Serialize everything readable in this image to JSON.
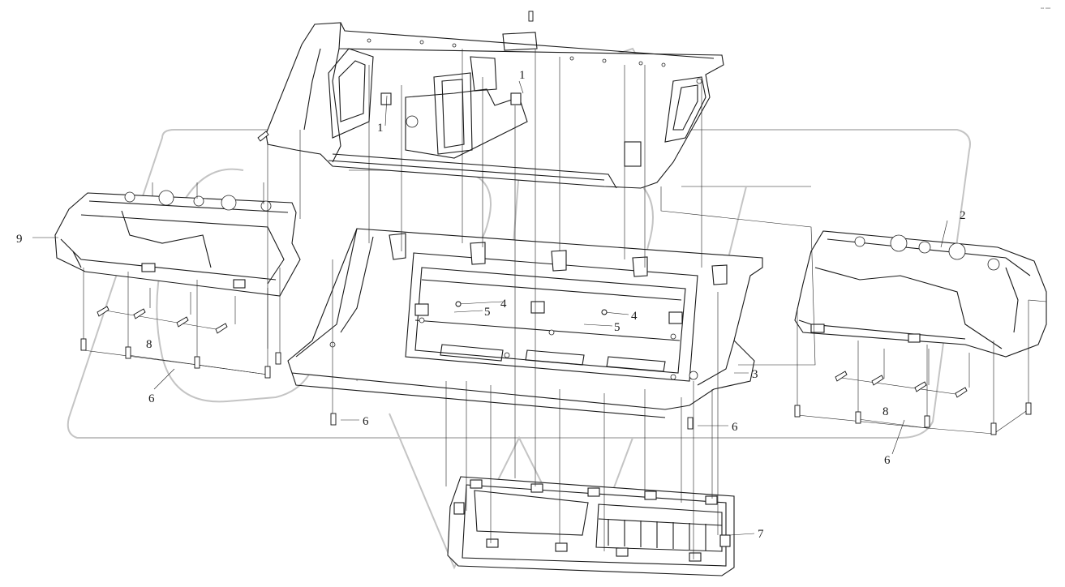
{
  "corner_mark": "▫▫ ▫▫▫",
  "callouts": {
    "c1a": "1",
    "c1b": "1",
    "c2": "2",
    "c3": "3",
    "c4a": "4",
    "c4b": "4",
    "c5a": "5",
    "c5b": "5",
    "c6a": "6",
    "c6b": "6",
    "c6c": "6",
    "c6d": "6",
    "c7": "7",
    "c8a": "8",
    "c8b": "8",
    "c9": "9"
  }
}
